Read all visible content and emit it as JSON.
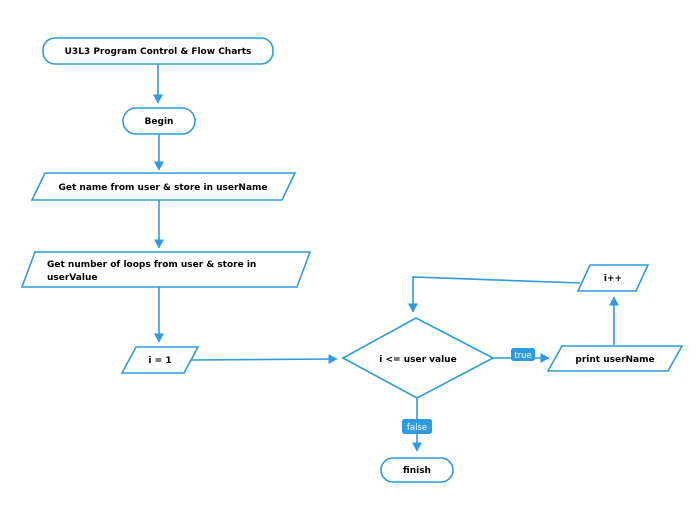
{
  "colors": {
    "accent": "#2D9BDF",
    "text": "#000000",
    "label_text": "#ffffff",
    "background": "#ffffff"
  },
  "nodes": {
    "title": {
      "label": "U3L3 Program Control & Flow Charts"
    },
    "begin": {
      "label": "Begin"
    },
    "get_name": {
      "label": "Get name from user & store in userName"
    },
    "get_loops": {
      "line1": "Get number of loops from user & store in",
      "line2": "userValue"
    },
    "init": {
      "label": "i = 1"
    },
    "condition": {
      "label": "i <= user value"
    },
    "increment": {
      "label": "i++"
    },
    "print": {
      "label": "print userName"
    },
    "finish": {
      "label": "finish"
    }
  },
  "edge_labels": {
    "true_branch": {
      "label": "true"
    },
    "false_branch": {
      "label": "false"
    }
  }
}
